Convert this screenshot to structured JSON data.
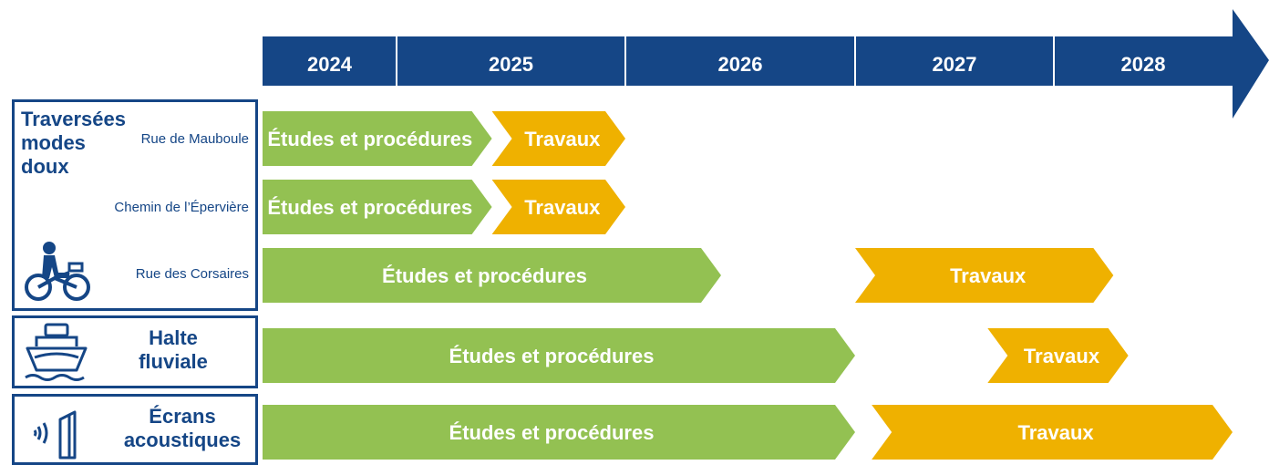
{
  "colors": {
    "navy": "#154686",
    "green": "#93C152",
    "amber": "#EFB100",
    "white": "#ffffff"
  },
  "years": [
    "2024",
    "2025",
    "2026",
    "2027",
    "2028"
  ],
  "groups": [
    {
      "title_lines": [
        "Traversées",
        "modes",
        "doux"
      ],
      "icon": "bicycle-icon",
      "rows": [
        {
          "label": "Rue de Mauboule",
          "phases": [
            {
              "name": "Études et procédures",
              "kind": "studies",
              "start": "2024-01",
              "end": "2025-05"
            },
            {
              "name": "Travaux",
              "kind": "works",
              "start": "2025-06",
              "end": "2025-12"
            }
          ]
        },
        {
          "label": "Chemin de l’Épervière",
          "phases": [
            {
              "name": "Études et procédures",
              "kind": "studies",
              "start": "2024-01",
              "end": "2025-05"
            },
            {
              "name": "Travaux",
              "kind": "works",
              "start": "2025-06",
              "end": "2025-12"
            }
          ]
        },
        {
          "label": "Rue des Corsaires",
          "phases": [
            {
              "name": "Études et procédures",
              "kind": "studies",
              "start": "2024-01",
              "end": "2026-05"
            },
            {
              "name": "Travaux",
              "kind": "works",
              "start": "2027-01",
              "end": "2028-04"
            }
          ]
        }
      ]
    },
    {
      "title_lines": [
        "Halte",
        "fluviale"
      ],
      "icon": "boat-icon",
      "rows": [
        {
          "label": "",
          "phases": [
            {
              "name": "Études et procédures",
              "kind": "studies",
              "start": "2024-01",
              "end": "2026-12"
            },
            {
              "name": "Travaux",
              "kind": "works",
              "start": "2027-09",
              "end": "2028-05"
            }
          ]
        }
      ]
    },
    {
      "title_lines": [
        "Écrans",
        "acoustiques"
      ],
      "icon": "acoustic-screen-icon",
      "rows": [
        {
          "label": "",
          "phases": [
            {
              "name": "Études et procédures",
              "kind": "studies",
              "start": "2024-01",
              "end": "2026-12"
            },
            {
              "name": "Travaux",
              "kind": "works",
              "start": "2027-02",
              "end": "2028-12"
            }
          ]
        }
      ]
    }
  ]
}
